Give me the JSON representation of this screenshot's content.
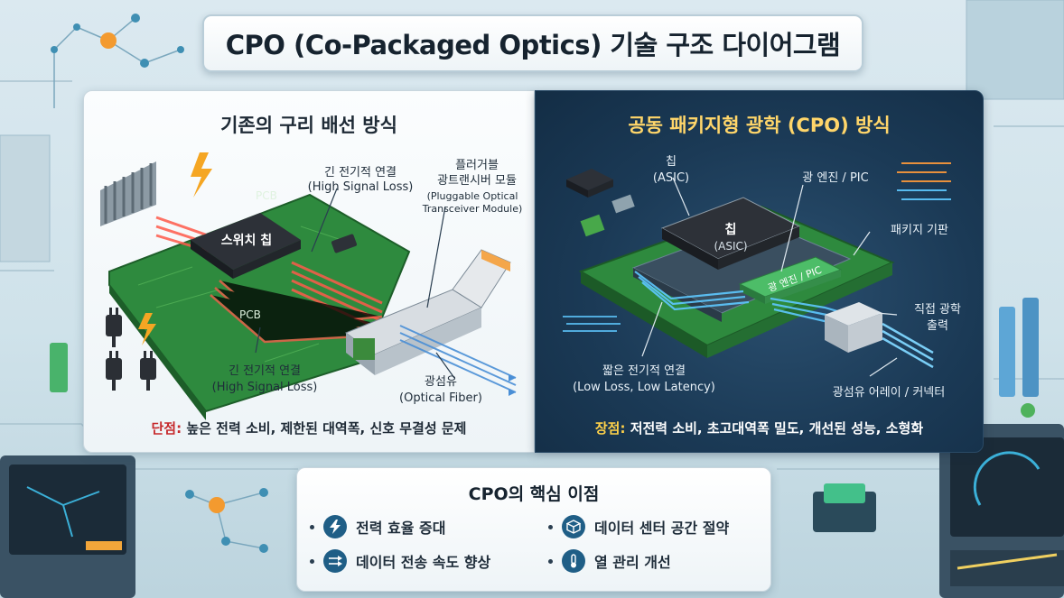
{
  "title": "CPO (Co-Packaged Optics) 기술 구조 다이어그램",
  "left_panel": {
    "title": "기존의 구리 배선 방식",
    "chip_label": "스위치 칩",
    "pcb_label_1": "PCB",
    "pcb_label_2": "PCB",
    "signal_top": "긴 전기적 연결",
    "signal_top_en": "(High Signal Loss)",
    "module_label": "플러거블",
    "module_label_2": "광트랜시버 모듈",
    "module_en_1": "(Pluggable Optical",
    "module_en_2": "Transceiver Module)",
    "signal_bottom": "긴 전기적 연결",
    "signal_bottom_en": "(High Signal Loss)",
    "fiber_label": "광섬유",
    "fiber_en": "(Optical Fiber)",
    "drawback_key": "단점:",
    "drawback_text": " 높은 전력 소비, 제한된 대역폭, 신호 무결성 문제"
  },
  "right_panel": {
    "title": "공동 패키지형 광학 (CPO) 방식",
    "chip_callout": "칩",
    "chip_callout_en": "(ASIC)",
    "chip_label": "칩",
    "chip_label_en": "(ASIC)",
    "optical_engine": "광 엔진 / PIC",
    "pic_label": "광 엔진 / PIC",
    "substrate": "패키지 기판",
    "direct_optical_1": "직접 광학",
    "direct_optical_2": "출력",
    "short_link": "짧은 전기적 연결",
    "short_link_en": "(Low Loss, Low Latency)",
    "fiber_array": "광섬유 어레이 / 커넥터",
    "advantage_key": "장점:",
    "advantage_text": " 저전력 소비, 초고대역폭 밀도, 개선된 성능, 소형화"
  },
  "benefits": {
    "title": "CPO의 핵심 이점",
    "items": [
      {
        "label": "전력 효율 증대",
        "icon": "lightning-icon",
        "color": "#1f5e86"
      },
      {
        "label": "데이터 센터 공간 절약",
        "icon": "cube-icon",
        "color": "#1f5e86"
      },
      {
        "label": "데이터 전송 속도 향상",
        "icon": "speed-arrows-icon",
        "color": "#1f5e86"
      },
      {
        "label": "열 관리 개선",
        "icon": "thermometer-icon",
        "color": "#1f5e86"
      }
    ]
  },
  "colors": {
    "accent_yellow": "#ffd24a",
    "drawback_red": "#c6282b",
    "pcb_green": "#2e8a3e",
    "dark_panel": "#1b3a56",
    "signal_red": "#ff5a4a",
    "optical_blue": "#5ec8ff"
  }
}
